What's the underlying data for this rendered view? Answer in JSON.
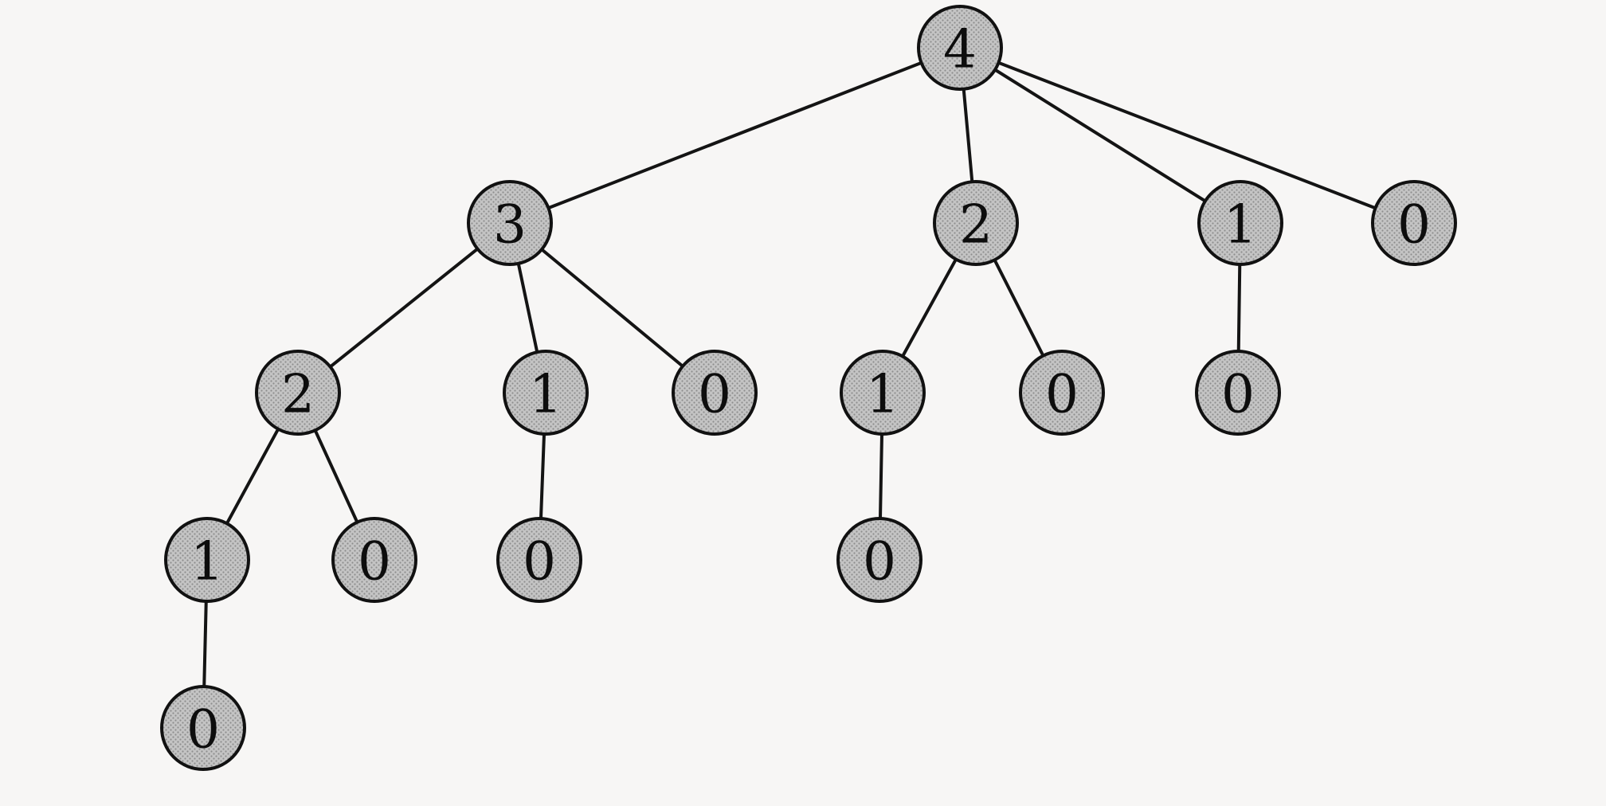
{
  "diagram": {
    "nodes": [
      {
        "id": "n0",
        "label": "4"
      },
      {
        "id": "n1",
        "label": "3"
      },
      {
        "id": "n2",
        "label": "2"
      },
      {
        "id": "n3",
        "label": "1"
      },
      {
        "id": "n4",
        "label": "0"
      },
      {
        "id": "n5",
        "label": "2"
      },
      {
        "id": "n6",
        "label": "1"
      },
      {
        "id": "n7",
        "label": "0"
      },
      {
        "id": "n8",
        "label": "1"
      },
      {
        "id": "n9",
        "label": "0"
      },
      {
        "id": "n10",
        "label": "0"
      },
      {
        "id": "n11",
        "label": "1"
      },
      {
        "id": "n12",
        "label": "0"
      },
      {
        "id": "n13",
        "label": "0"
      },
      {
        "id": "n14",
        "label": "0"
      },
      {
        "id": "n15",
        "label": "0"
      }
    ],
    "edges": [
      [
        "n0",
        "n1"
      ],
      [
        "n0",
        "n2"
      ],
      [
        "n0",
        "n3"
      ],
      [
        "n0",
        "n4"
      ],
      [
        "n1",
        "n5"
      ],
      [
        "n1",
        "n6"
      ],
      [
        "n1",
        "n7"
      ],
      [
        "n2",
        "n8"
      ],
      [
        "n2",
        "n9"
      ],
      [
        "n3",
        "n10"
      ],
      [
        "n5",
        "n11"
      ],
      [
        "n5",
        "n12"
      ],
      [
        "n6",
        "n13"
      ],
      [
        "n8",
        "n14"
      ],
      [
        "n11",
        "n15"
      ]
    ],
    "style": {
      "node_fill": "#bdbdbd",
      "node_stroke": "#111111",
      "edge_color": "#141414",
      "background": "#f7f6f5"
    }
  }
}
